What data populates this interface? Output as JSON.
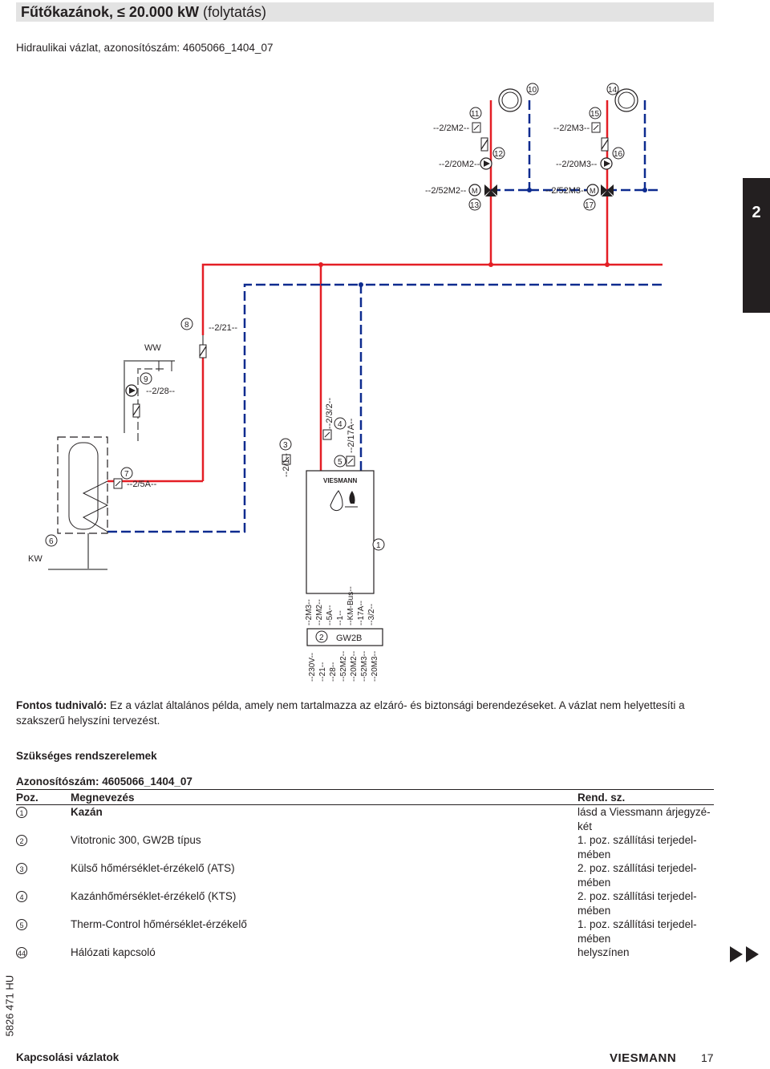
{
  "header": {
    "title_bold": "Fűtőkazánok, ≤ 20.000 kW",
    "title_rest": "(folytatás)",
    "subtitle": "Hidraulikai vázlat, azonosítószám: 4605066_1404_07",
    "tab_number": "2"
  },
  "diagram": {
    "colors": {
      "flow": "#e41e25",
      "return": "#0d2b8f",
      "grey": "#888888",
      "text": "#231f20"
    },
    "callouts": [
      "1",
      "2",
      "3",
      "4",
      "5",
      "6",
      "7",
      "8",
      "9",
      "10",
      "11",
      "12",
      "13",
      "14",
      "15",
      "16",
      "17"
    ],
    "labels": {
      "circuit1_sensor": "--2/2M2--",
      "circuit1_pump": "--2/20M2--",
      "circuit1_mixer": "--2/52M2--",
      "circuit2_sensor": "--2/2M3--",
      "circuit2_pump": "--2/20M3--",
      "circuit2_mixer": "--2/52M3--",
      "motor": "M",
      "dhw_circ": "--2/21--",
      "ww": "WW",
      "kw": "KW",
      "dhw_pump": "--2/28--",
      "dhw_sensor": "--2/5A--",
      "outdoor": "--2/1--",
      "boiler_temp": "--2/3/2--",
      "therm_control": "--2/17A--",
      "boiler_brand": "VIESMANN",
      "controller_name": "GW2B",
      "terminals_top": [
        "--2M3--",
        "--2M2--",
        "--5A--",
        "--1--",
        "--KM-Bus--",
        "--17A--",
        "--3/2--"
      ],
      "terminals_bottom": [
        "--230V--",
        "--21--",
        "--28--",
        "--52M2--",
        "--20M2--",
        "--52M3--",
        "--20M3--"
      ]
    }
  },
  "note": {
    "label": "Fontos tudnivaló:",
    "text": "Ez a vázlat általános példa, amely nem tartalmazza az elzáró- és biztonsági berendezéseket. A vázlat nem helyettesíti a szakszerű helyszíni tervezést."
  },
  "parts": {
    "section_title": "Szükséges rendszerelemek",
    "id_line": "Azonosítószám: 4605066_1404_07",
    "headers": {
      "pos": "Poz.",
      "name": "Megnevezés",
      "order": "Rend. sz."
    },
    "rows": [
      {
        "pos": "1",
        "name": "Kazán",
        "order": "lásd a Viessmann árjegyzé-\nkét"
      },
      {
        "pos": "2",
        "name": "Vitotronic 300, GW2B típus",
        "order": "1. poz. szállítási terjedel-\nmében"
      },
      {
        "pos": "3",
        "name": "Külső hőmérséklet-érzékelő (ATS)",
        "order": "2. poz. szállítási terjedel-\nmében"
      },
      {
        "pos": "4",
        "name": "Kazánhőmérséklet-érzékelő (KTS)",
        "order": "2. poz. szállítási terjedel-\nmében"
      },
      {
        "pos": "5",
        "name": "Therm-Control hőmérséklet-érzékelő",
        "order": "1. poz. szállítási terjedel-\nmében"
      },
      {
        "pos": "44",
        "name": "Hálózati kapcsoló",
        "order": "helyszínen"
      }
    ]
  },
  "footer": {
    "doc_code": "5826 471 HU",
    "section": "Kapcsolási vázlatok",
    "logo": "VIESMANN",
    "page": "17"
  }
}
